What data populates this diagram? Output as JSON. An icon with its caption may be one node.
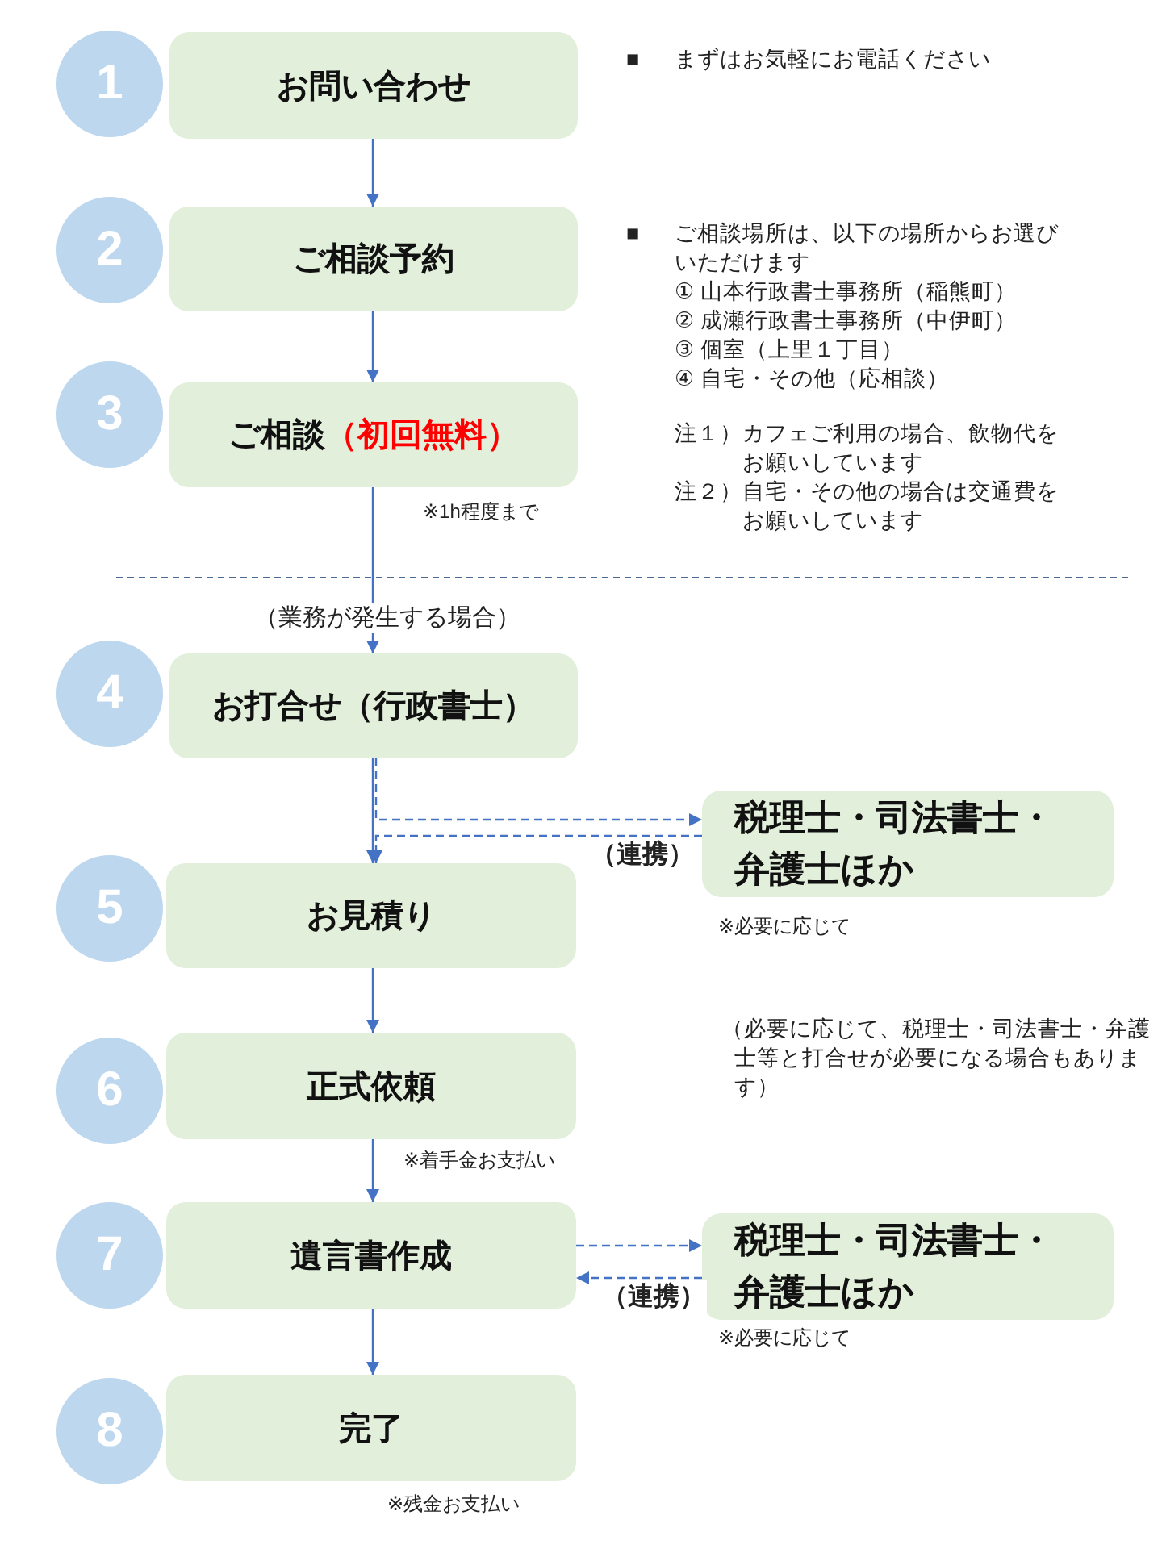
{
  "diagram": {
    "nodes": [
      {
        "text": [
          "1"
        ]
      },
      {
        "text": [
          "お問い合わせ"
        ]
      },
      {
        "text": [
          "2"
        ]
      },
      {
        "text": [
          "ご相談予約"
        ]
      },
      {
        "text": [
          "3"
        ]
      },
      {
        "text": [
          "ご相談",
          "（初回無料）"
        ],
        "beside": [
          "※1h程度まで"
        ]
      },
      {
        "text": [
          "4"
        ]
      },
      {
        "text": [
          "お打合せ（行政書士）"
        ]
      },
      {
        "text": [
          "税理士・司法書士・弁護士ほか"
        ],
        "beside": [
          "※必要に応じて"
        ]
      },
      {
        "text": [
          "5"
        ]
      },
      {
        "text": [
          "お見積り"
        ]
      },
      {
        "text": [
          "6"
        ]
      },
      {
        "text": [
          "正式依頼"
        ],
        "beside": [
          "※着手金お支払い"
        ]
      },
      {
        "text": [
          "7"
        ]
      },
      {
        "text": [
          "遺言書作成"
        ]
      },
      {
        "text": [
          "税理士・司法書士・弁護士ほか"
        ],
        "beside": [
          "※必要に応じて"
        ]
      },
      {
        "text": [
          "8"
        ]
      },
      {
        "text": [
          "完了"
        ],
        "beside": [
          "※残金お支払い"
        ]
      }
    ],
    "edges": [
      {
        "from": 1,
        "to": 3,
        "arrow": "to"
      },
      {
        "from": 3,
        "to": 5,
        "arrow": "to"
      },
      {
        "from": 5,
        "to": 7,
        "arrow": "to",
        "label": "（業務が発生する場合）"
      },
      {
        "from": 7,
        "to": 10,
        "arrow": "to"
      },
      {
        "from": 7,
        "to": 8,
        "arrow": "to",
        "style": "dashed"
      },
      {
        "from": 8,
        "to": 10,
        "arrow": "to",
        "style": "dashed",
        "label": "（連携）"
      },
      {
        "from": 10,
        "to": 12,
        "arrow": "to"
      },
      {
        "from": 12,
        "to": 14,
        "arrow": "to"
      },
      {
        "from": 14,
        "to": 15,
        "arrow": "to",
        "style": "dashed"
      },
      {
        "from": 15,
        "to": 14,
        "arrow": "to",
        "style": "dashed",
        "label": "（連携）"
      },
      {
        "from": 14,
        "to": 17,
        "arrow": "to"
      }
    ],
    "labels": [
      "■",
      "まずはお気軽にお電話ください",
      "■",
      "ご相談場所は、以下の場所からお選びいただけます",
      "① 山本行政書士事務所（稲熊町）",
      "② 成瀬行政書士事務所（中伊町）",
      "③ 個室（上里１丁目）",
      "④ 自宅・その他（応相談）",
      "注１）カフェご利用の場合、飲物代をお願いしています",
      "注２）自宅・その他の場合は交通費をお願いしています",
      "（必要に応じて、税理士・司法書士・弁護士等と打合せが必要になる場合もあります）"
    ]
  }
}
